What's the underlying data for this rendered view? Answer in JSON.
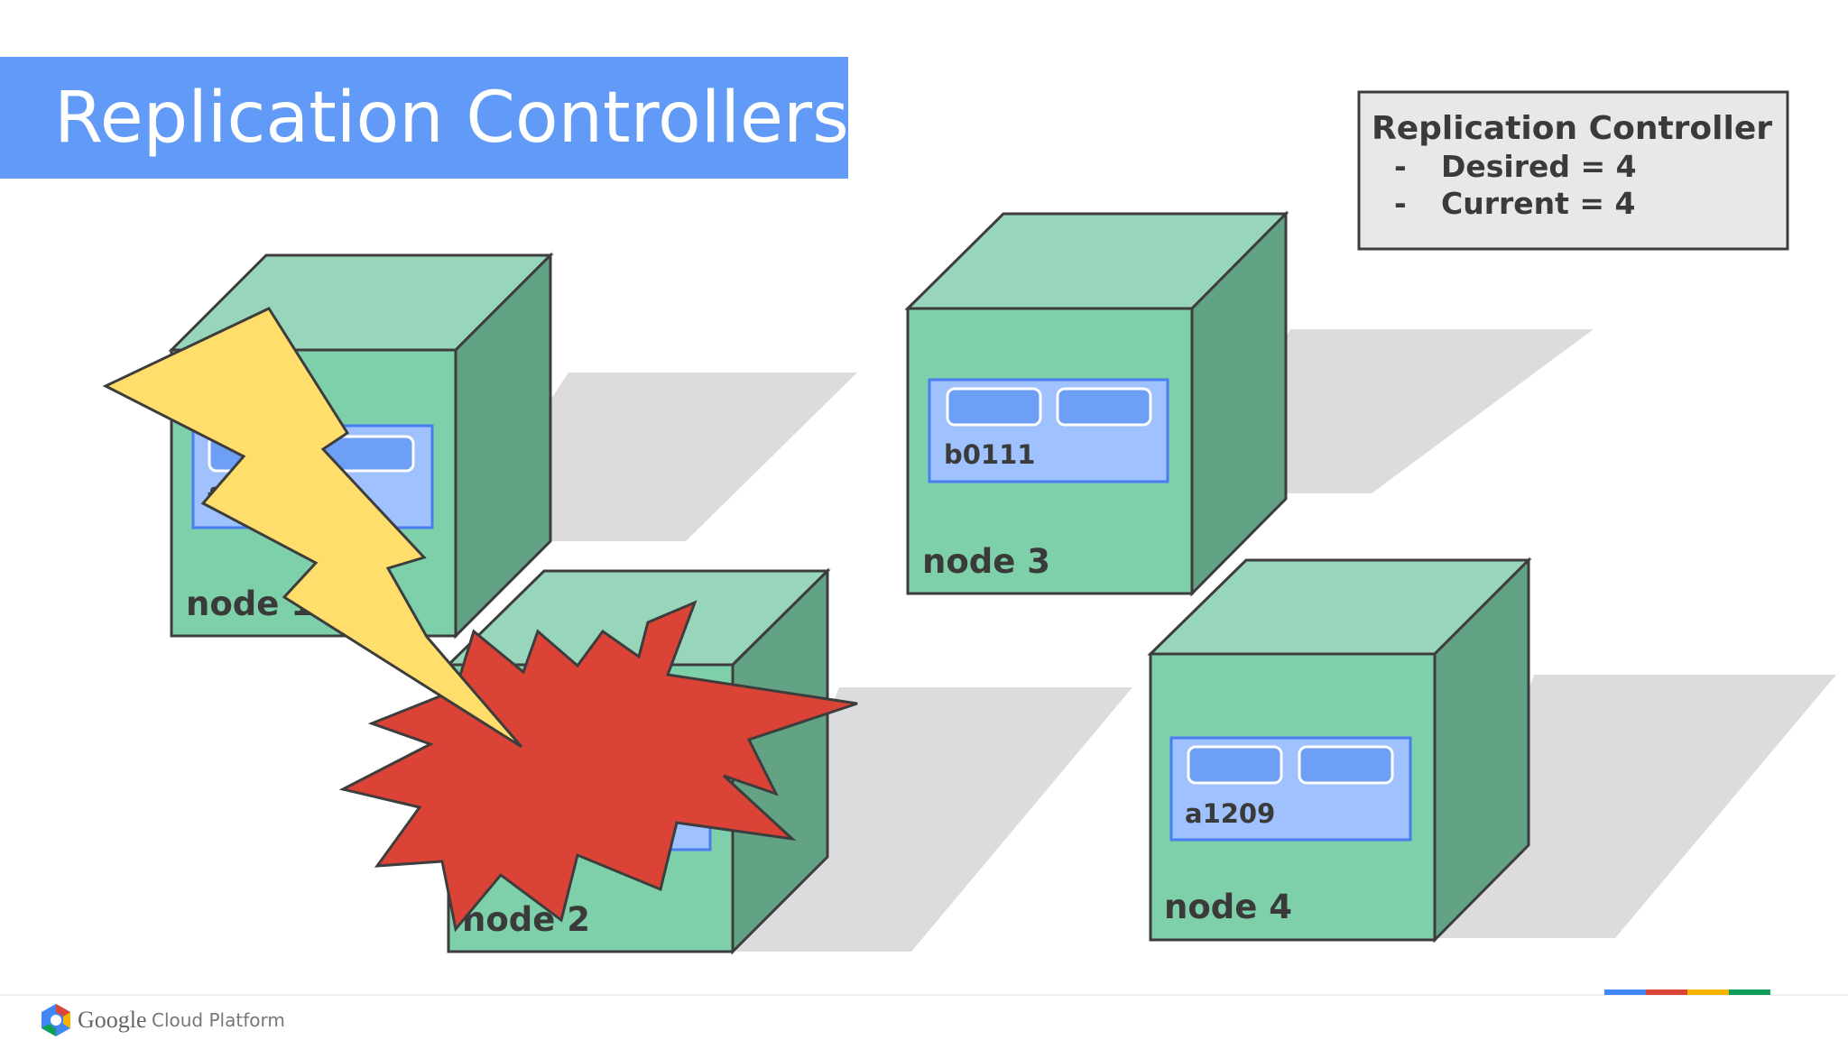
{
  "slide": {
    "title": "Replication Controllers"
  },
  "rc_box": {
    "heading": "Replication Controller",
    "items": [
      {
        "bullet": "-",
        "text": "Desired = 4"
      },
      {
        "bullet": "-",
        "text": "Current = 4"
      }
    ]
  },
  "nodes": [
    {
      "label": "node 1",
      "pod_label": "f0"
    },
    {
      "label": "node 2",
      "pod_label": ""
    },
    {
      "label": "node 3",
      "pod_label": "b0111"
    },
    {
      "label": "node 4",
      "pod_label": "a1209"
    }
  ],
  "footer": {
    "brand": "Google",
    "product": "Cloud Platform"
  },
  "colors": {
    "title_bar": "#619bf7",
    "cube_front": "#7ed0aa",
    "cube_top": "#98d6bb",
    "cube_side": "#62a386",
    "pod_fill": "#9fc1fd",
    "container_fill": "#6d9ff5",
    "shadow": "#dcdcde",
    "lightning": "#ffde6b",
    "explosion": "#da4335",
    "rc_box_fill": "#e8e8ea",
    "text_dark": "#3a3a3a",
    "brand_blue": "#4285f4",
    "brand_red": "#db4437",
    "brand_yellow": "#f4b400",
    "brand_green": "#0f9d58"
  }
}
